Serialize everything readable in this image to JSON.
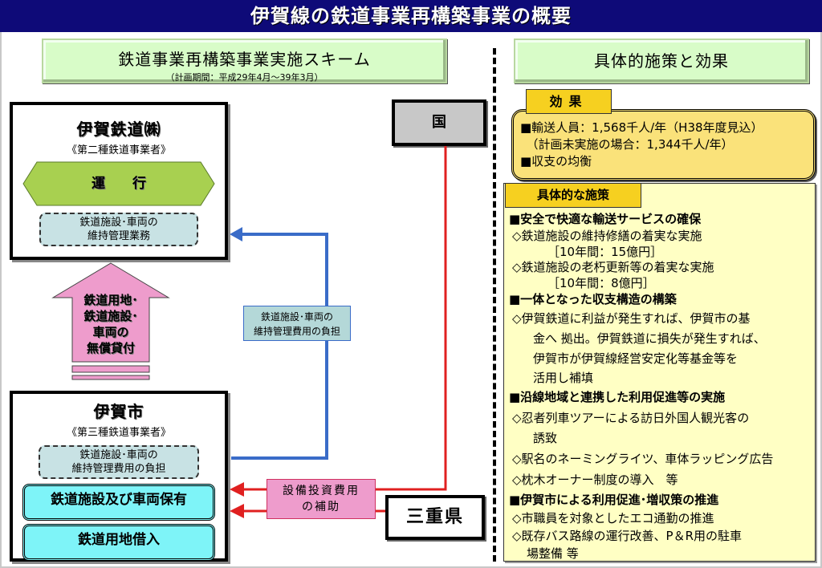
{
  "title": "伊賀線の鉄道事業再構築事業の概要",
  "scheme_header": {
    "title": "鉄道事業再構築事業実施スキーム",
    "period": "（計画期間：平成29年4月～39年3月）"
  },
  "effects_header": {
    "title": "具体的施策と効果"
  },
  "iga_railway": {
    "name": "伊賀鉄道㈱",
    "role": "《第二種鉄道事業者》",
    "operation": "運　　行",
    "maintenance_line1": "鉄道施設･車両の",
    "maintenance_line2": "維持管理業務"
  },
  "lease_arrow": {
    "line1": "鉄道用地･",
    "line2": "鉄道施設･",
    "line3": "車両の",
    "line4": "無償貸付"
  },
  "iga_city": {
    "name": "伊賀市",
    "role": "《第三種鉄道事業者》",
    "cost_line1": "鉄道施設･車両の",
    "cost_line2": "維持管理費用の負担",
    "ownership": "鉄道施設及び車両保有",
    "land": "鉄道用地借入"
  },
  "national": {
    "label": "国"
  },
  "mie": {
    "label": "三重県"
  },
  "maintenance_flow": {
    "line1": "鉄道施設･車両の",
    "line2": "維持管理費用の負担"
  },
  "subsidy_flow": {
    "line1": "設備投資費用",
    "line2": "の補助"
  },
  "effects": {
    "tab": "効果",
    "items": [
      "■輸送人員：1,568千人/年（H38年度見込）",
      "　（計画未実施の場合：1,344千人/年）",
      "■収支の均衡"
    ]
  },
  "measures": {
    "tab": "具体的な施策",
    "sections": [
      {
        "heading": "■安全で快適な輸送サービスの確保",
        "items": [
          {
            "text": "◇鉄道施設の維持修繕の着実な実施",
            "sub": "［10年間：15億円］"
          },
          {
            "text": "◇鉄道施設の老朽更新等の着実な実施",
            "sub": "［10年間：8億円］"
          }
        ]
      },
      {
        "heading": "■一体となった収支構造の構築",
        "items": [
          {
            "lines": [
              "◇伊賀鉄道に利益が発生すれば、伊賀市の基",
              "金へ 拠出。伊賀鉄道に損失が発生すれば、",
              "伊賀市が伊賀線経営安定化等基金等を",
              "活用し補填"
            ]
          }
        ]
      },
      {
        "heading": "■沿線地域と連携した利用促進等の実施",
        "items": [
          {
            "lines": [
              "◇忍者列車ツアーによる訪日外国人観光客の",
              "誘致"
            ]
          },
          {
            "lines": [
              "◇駅名のネーミングライツ、車体ラッピング広告"
            ]
          },
          {
            "lines": [
              "◇枕木オーナー制度の導入　等"
            ]
          }
        ]
      },
      {
        "heading": "■伊賀市による利用促進･増収策の推進",
        "items": [
          {
            "lines": [
              "◇市職員を対象としたエコ通勤の推進"
            ]
          },
          {
            "lines": [
              "◇既存バス路線の運行改善、P＆R用の駐車",
              "場整備 等"
            ]
          }
        ]
      }
    ]
  },
  "colors": {
    "title_bar": "#0e0a78",
    "header_green": "#d8fcc8",
    "operation_green": "#a8d050",
    "maintenance_blue": "#3a6cc8",
    "subsidy_red": "#e02020",
    "lease_pink": "#ee9ccc",
    "effect_yellow": "#fae27a",
    "measures_yellow": "#ffffc4",
    "ownership_cyan": "#7ef4f8"
  }
}
